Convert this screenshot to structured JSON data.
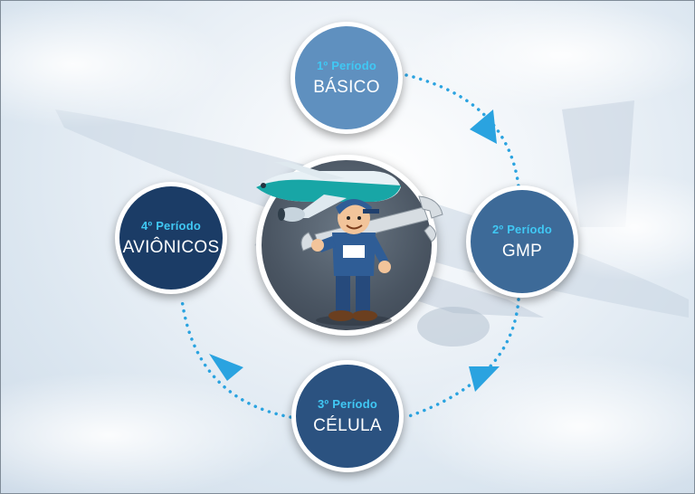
{
  "diagram": {
    "center_alt": "mechanic with airplane",
    "nodes": [
      {
        "period": "1º Período",
        "name": "BÁSICO"
      },
      {
        "period": "2º Período",
        "name": "GMP"
      },
      {
        "period": "3º Período",
        "name": "CÉLULA"
      },
      {
        "period": "4º Período",
        "name": "AVIÔNICOS"
      }
    ],
    "colors": {
      "node1": "#5f90bf",
      "node2": "#3d6a98",
      "node3": "#2b5280",
      "node4": "#1b3c66",
      "period_text": "#40c8f4",
      "arrow": "#2aa3e0"
    },
    "icons": [
      "airplane-icon",
      "mechanic-icon",
      "wrench-icon",
      "arrow-head-icon"
    ]
  }
}
